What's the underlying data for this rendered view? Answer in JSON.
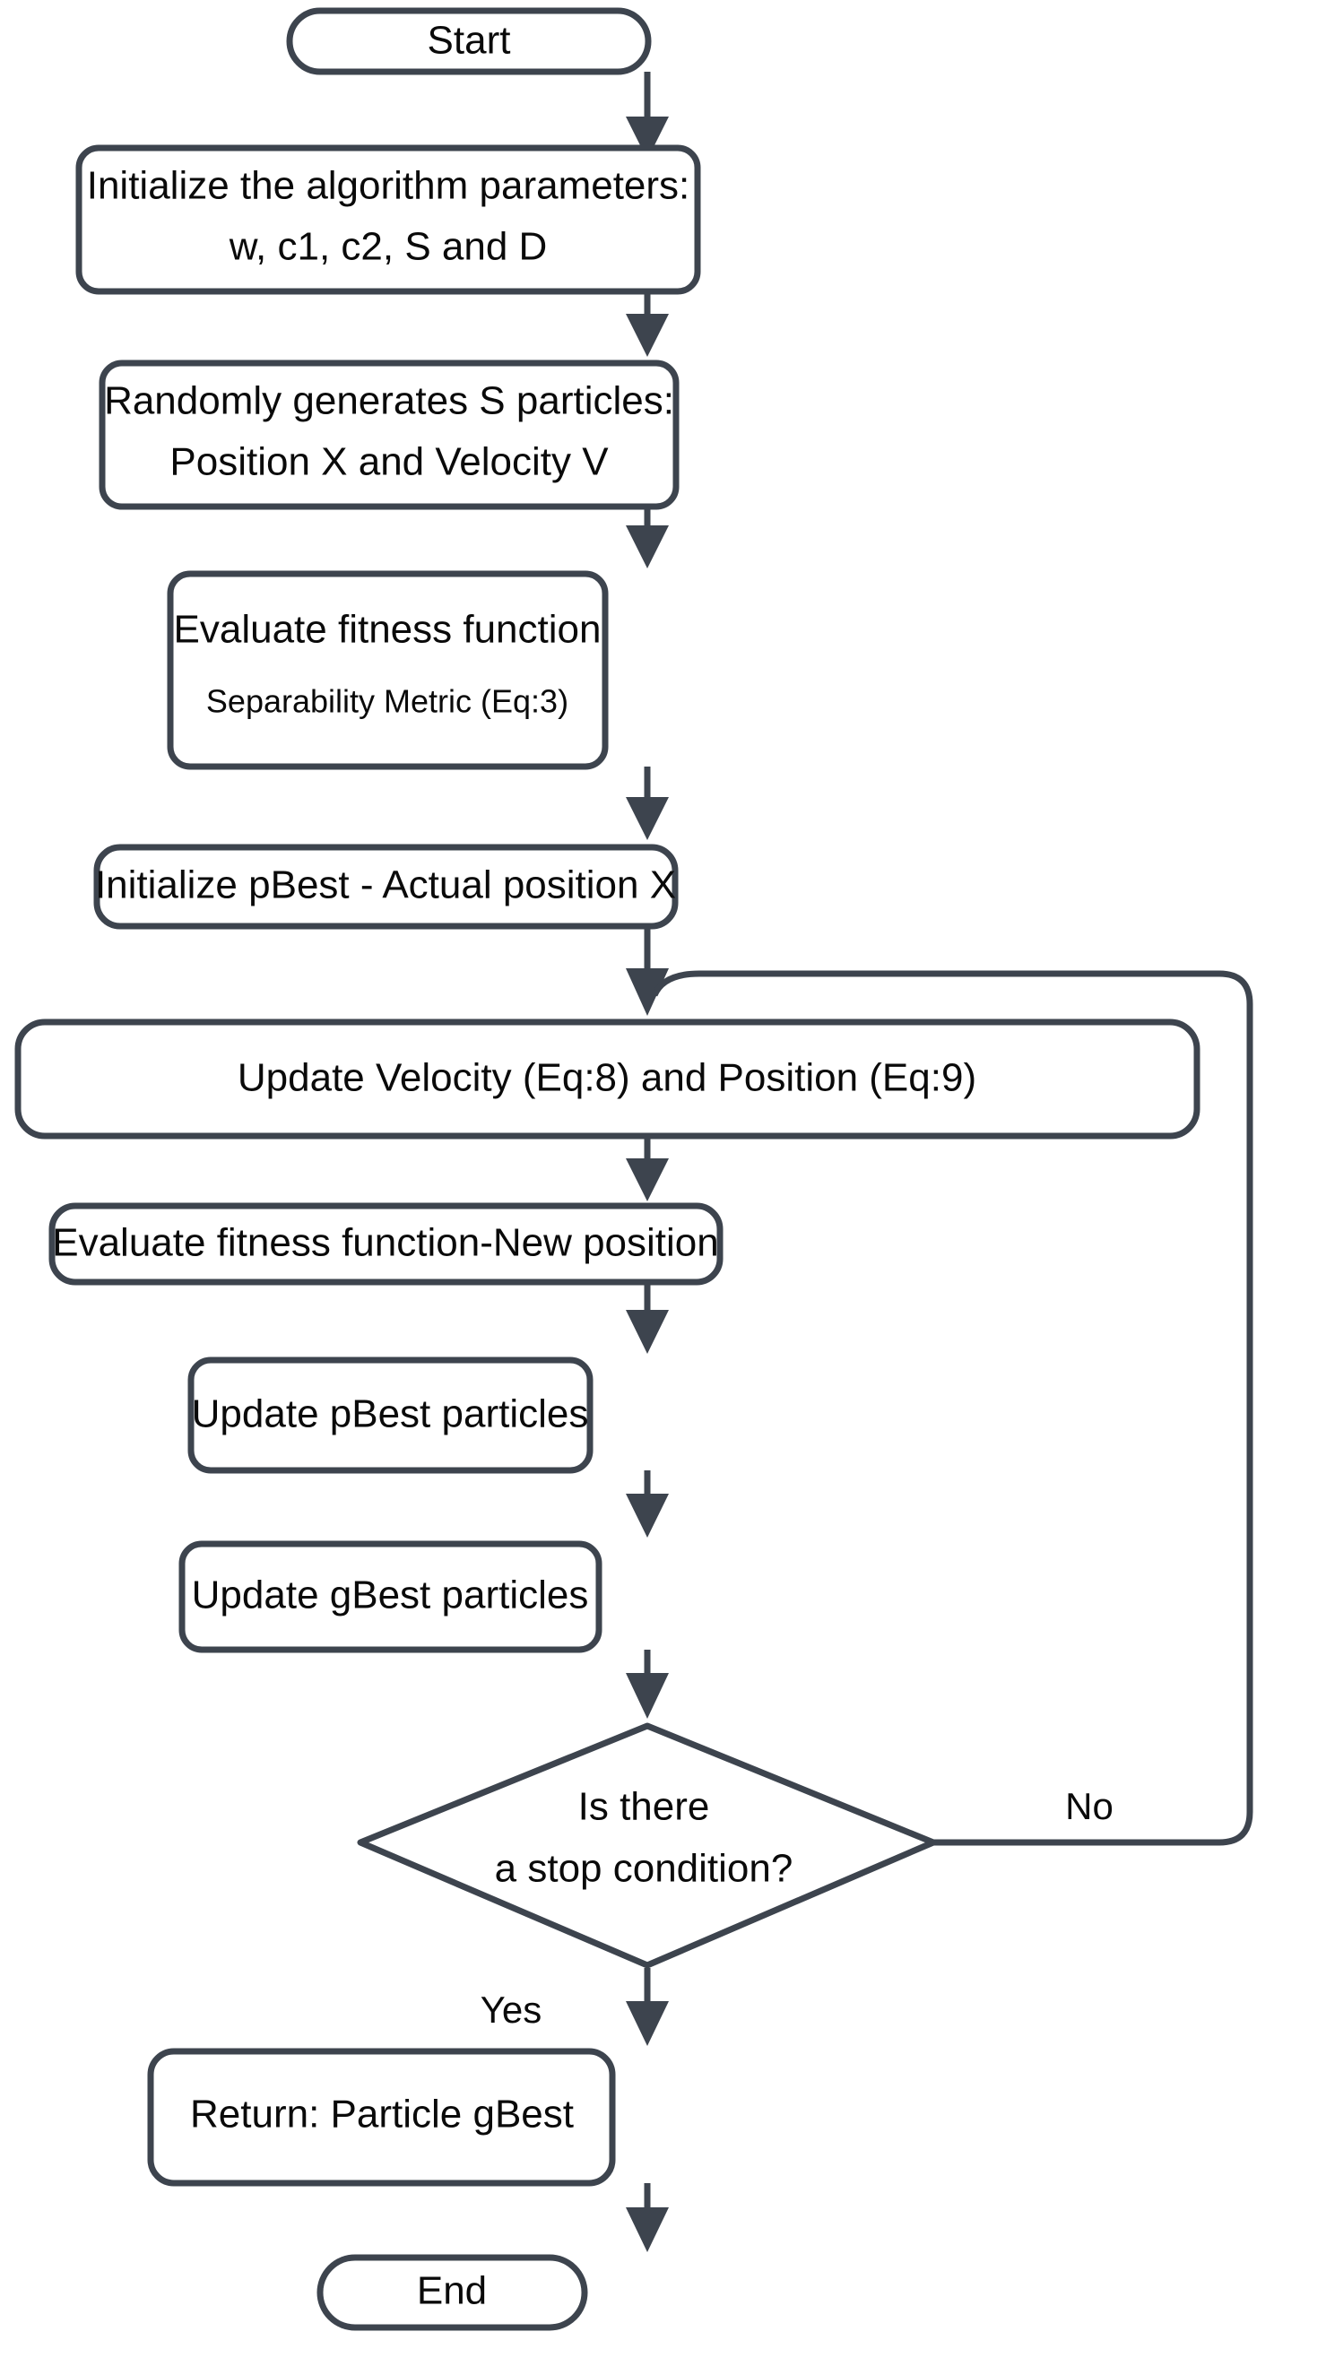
{
  "diagram": {
    "title": "PSO algorithm flowchart",
    "colors": {
      "stroke": "#3d444e",
      "node_fill": "#ffffff",
      "text": "#0a0a0a",
      "background": "#ffffff"
    },
    "nodes": [
      {
        "id": "start",
        "type": "terminal",
        "label": "Start"
      },
      {
        "id": "init_params",
        "type": "process",
        "line1": "Initialize the algorithm parameters:",
        "line2": "w, c1, c2, S and D"
      },
      {
        "id": "gen_particles",
        "type": "process",
        "line1": "Randomly generates S particles:",
        "line2": "Position X and Velocity V"
      },
      {
        "id": "eval_fitness",
        "type": "process",
        "line1": "Evaluate fitness function",
        "line2": "Separability Metric (Eq:3)"
      },
      {
        "id": "init_pbest",
        "type": "process",
        "line1": "Initialize pBest - Actual position X"
      },
      {
        "id": "update_vel",
        "type": "process",
        "line1": "Update Velocity (Eq:8) and Position (Eq:9)"
      },
      {
        "id": "eval_new",
        "type": "process",
        "line1": "Evaluate fitness function-New position"
      },
      {
        "id": "update_pbest",
        "type": "process",
        "line1": "Update pBest particles"
      },
      {
        "id": "update_gbest",
        "type": "process",
        "line1": "Update gBest particles"
      },
      {
        "id": "decision",
        "type": "decision",
        "line1": "Is there",
        "line2": "a stop condition?"
      },
      {
        "id": "return",
        "type": "process",
        "line1": "Return: Particle gBest"
      },
      {
        "id": "end",
        "type": "terminal",
        "label": "End"
      }
    ],
    "edges": [
      {
        "from": "start",
        "to": "init_params",
        "label": ""
      },
      {
        "from": "init_params",
        "to": "gen_particles",
        "label": ""
      },
      {
        "from": "gen_particles",
        "to": "eval_fitness",
        "label": ""
      },
      {
        "from": "eval_fitness",
        "to": "init_pbest",
        "label": ""
      },
      {
        "from": "init_pbest",
        "to": "update_vel",
        "label": ""
      },
      {
        "from": "update_vel",
        "to": "eval_new",
        "label": ""
      },
      {
        "from": "eval_new",
        "to": "update_pbest",
        "label": ""
      },
      {
        "from": "update_pbest",
        "to": "update_gbest",
        "label": ""
      },
      {
        "from": "update_gbest",
        "to": "decision",
        "label": ""
      },
      {
        "from": "decision",
        "to": "update_vel",
        "label": "No"
      },
      {
        "from": "decision",
        "to": "return",
        "label": "Yes"
      },
      {
        "from": "return",
        "to": "end",
        "label": ""
      }
    ],
    "edge_labels": {
      "no": "No",
      "yes": "Yes"
    }
  }
}
